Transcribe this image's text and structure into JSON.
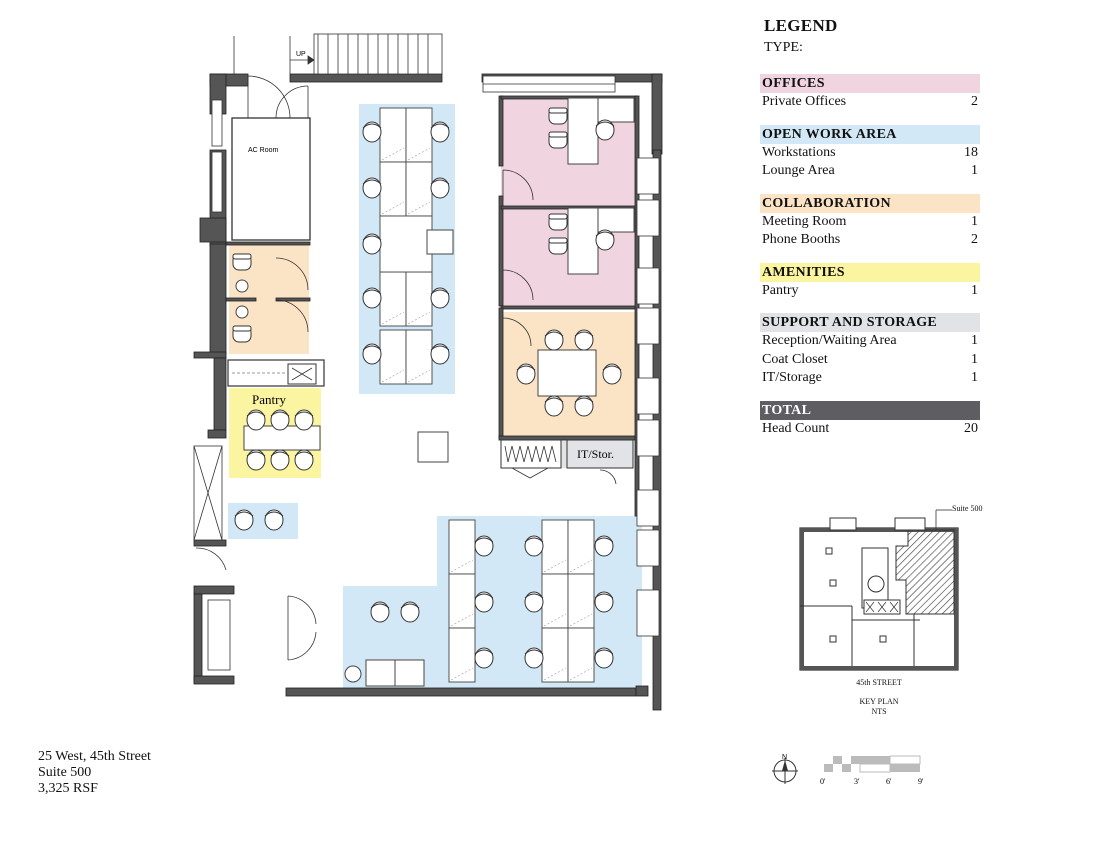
{
  "legend": {
    "title": "LEGEND",
    "type_label": "TYPE:",
    "groups": [
      {
        "name": "OFFICES",
        "color": "#f0d4e0",
        "items": [
          {
            "label": "Private Offices",
            "count": "2"
          }
        ]
      },
      {
        "name": "OPEN WORK AREA",
        "color": "#d3e8f6",
        "items": [
          {
            "label": "Workstations",
            "count": "18"
          },
          {
            "label": "Lounge Area",
            "count": "1"
          }
        ]
      },
      {
        "name": "COLLABORATION",
        "color": "#fbe4c6",
        "items": [
          {
            "label": "Meeting Room",
            "count": "1"
          },
          {
            "label": "Phone Booths",
            "count": "2"
          }
        ]
      },
      {
        "name": "AMENITIES",
        "color": "#fbf4a0",
        "items": [
          {
            "label": "Pantry",
            "count": "1"
          }
        ]
      },
      {
        "name": "SUPPORT AND STORAGE",
        "color": "#e2e3e7",
        "items": [
          {
            "label": "Reception/Waiting Area",
            "count": "1"
          },
          {
            "label": "Coat Closet",
            "count": "1"
          },
          {
            "label": "IT/Storage",
            "count": "1"
          }
        ]
      },
      {
        "name": "TOTAL",
        "color": "#5e5e62",
        "text_color": "#ffffff",
        "items": [
          {
            "label": "Head Count",
            "count": "20"
          }
        ]
      }
    ]
  },
  "plan": {
    "stair_label": "UP",
    "ac_room_label": "AC Room",
    "pantry_label": "Pantry",
    "it_storage_label": "IT/Stor."
  },
  "key_plan": {
    "suite_callout": "Suite 500",
    "street_label": "45th STREET",
    "title": "KEY PLAN",
    "scale_note": "NTS"
  },
  "north_label": "N",
  "scale_bar": {
    "ticks": [
      "0'",
      "3'",
      "6'",
      "9'"
    ]
  },
  "address": {
    "line1": "25 West, 45th Street",
    "line2": "Suite 500",
    "line3": "3,325 RSF"
  }
}
